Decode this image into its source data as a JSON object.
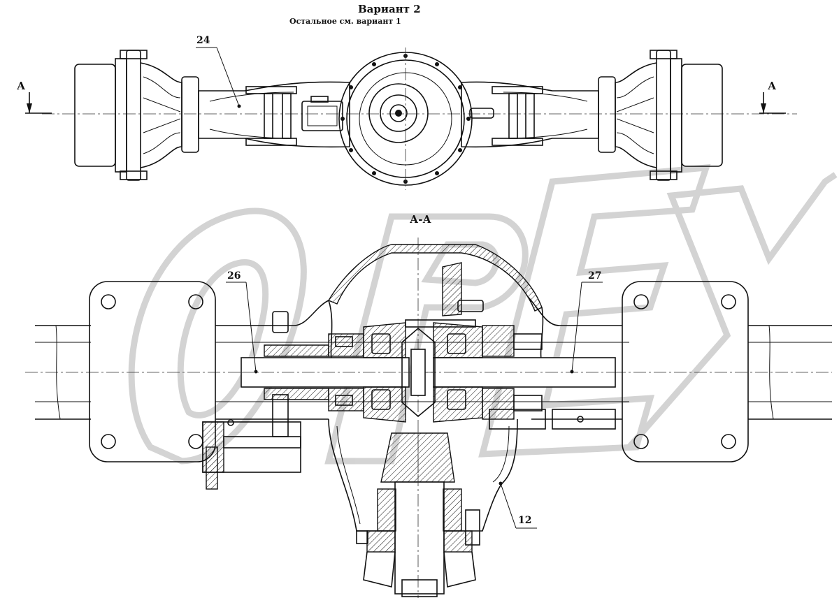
{
  "title": "Вариант 2",
  "note": "Остальное см. вариант 1",
  "section_label": "А-А",
  "cut_labels": {
    "left": "А",
    "right": "А"
  },
  "positions": {
    "p24": "24",
    "p26": "26",
    "p27": "27",
    "p12": "12"
  },
  "watermark": "OPEX",
  "colors": {
    "line": "#111111",
    "watermark": "#d0d0d0",
    "background": "#ffffff"
  }
}
